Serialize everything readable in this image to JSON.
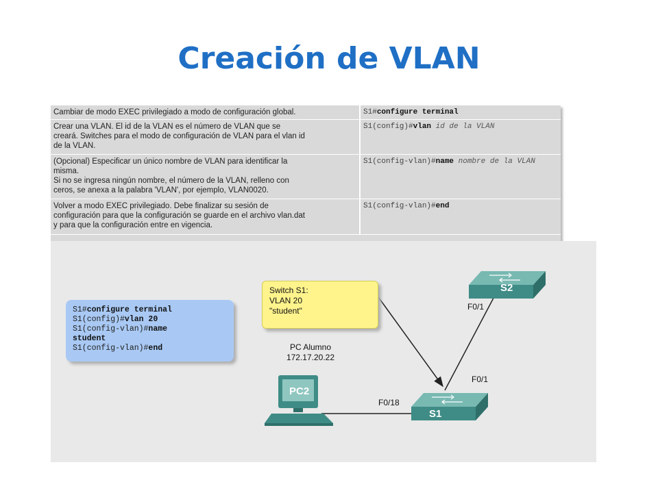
{
  "slide": {
    "title": "Creación de VLAN"
  },
  "steps": [
    {
      "desc": [
        "Cambiar de modo EXEC privilegiado a modo de configuración global."
      ],
      "cmd_prefix": "S1#",
      "cmd_bold": "configure terminal",
      "cmd_arg": ""
    },
    {
      "desc": [
        "Crear una VLAN. El id de la VLAN es el número de VLAN que se",
        "creará. Switches para el modo de configuración de VLAN para el vlan id",
        "de la VLAN."
      ],
      "cmd_prefix": "S1(config)#",
      "cmd_bold": "vlan",
      "cmd_arg": " id de la VLAN"
    },
    {
      "desc": [
        "(Opcional) Especificar un único nombre de VLAN para identificar la",
        "misma.",
        "Si no se ingresa ningún nombre, el número de la VLAN, relleno con",
        "ceros, se anexa a la palabra 'VLAN', por ejemplo, VLAN0020."
      ],
      "cmd_prefix": "S1(config-vlan)#",
      "cmd_bold": "name",
      "cmd_arg": " nombre de la VLAN"
    },
    {
      "desc": [
        "Volver a modo EXEC privilegiado. Debe finalizar su sesión de",
        "configuración para que la configuración se guarde en el archivo vlan.dat",
        "y para que la configuración entre en vigencia."
      ],
      "cmd_prefix": "S1(config-vlan)#",
      "cmd_bold": "end",
      "cmd_arg": ""
    }
  ],
  "cli_box": {
    "lines": [
      {
        "prefix": "S1#",
        "bold": "configure terminal"
      },
      {
        "prefix": "S1(config)#",
        "bold": "vlan 20"
      },
      {
        "prefix": "S1(config-vlan)#",
        "bold": "name"
      },
      {
        "prefix": "",
        "bold": "student"
      },
      {
        "prefix": "S1(config-vlan)#",
        "bold": "end"
      }
    ]
  },
  "note": {
    "lines": [
      "Switch S1:",
      "VLAN 20",
      "\"student\""
    ]
  },
  "pc": {
    "name": "PC Alumno",
    "ip": "172.17.20.22",
    "device_label": "PC2"
  },
  "switches": {
    "s1": "S1",
    "s2": "S2"
  },
  "ports": {
    "s2_f01": "F0/1",
    "s1_f01": "F0/1",
    "s1_f018": "F0/18"
  },
  "colors": {
    "title": "#1f6fc5",
    "switch": "#3f8c86",
    "pc": "#3f8c86",
    "cli_bg": "#a9c9f4",
    "note_bg": "#fff48c"
  }
}
